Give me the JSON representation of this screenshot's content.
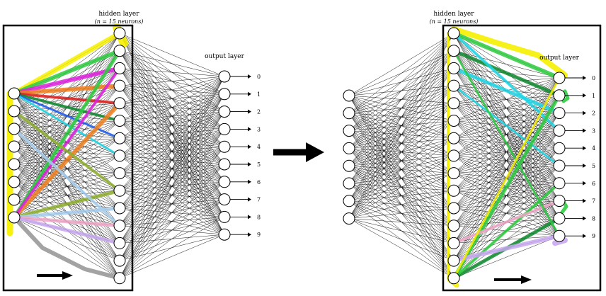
{
  "panels": [
    {
      "id": "left",
      "hidden_label": "hidden layer",
      "hidden_sublabel": "(n = 15 neurons)",
      "output_label": "output layer",
      "output_digits": [
        "0",
        "1",
        "2",
        "3",
        "4",
        "5",
        "6",
        "7",
        "8",
        "9"
      ]
    },
    {
      "id": "right",
      "hidden_label": "hidden layer",
      "hidden_sublabel": "(n = 15 neurons)",
      "output_label": "output layer",
      "output_digits": [
        "0",
        "1",
        "2",
        "3",
        "4",
        "5",
        "6",
        "7",
        "8",
        "9"
      ]
    }
  ],
  "structure": {
    "input_neurons": 8,
    "hidden_neurons": 15,
    "output_neurons": 10
  },
  "colors": {
    "yellow": "#f5f000",
    "green": "#2ecc40",
    "dark_green": "#0f8a2f",
    "magenta": "#e020e0",
    "orange": "#f08020",
    "red": "#e02020",
    "blue": "#2060f0",
    "cyan": "#20d8e8",
    "olive": "#90b030",
    "light_blue": "#a8d0f0",
    "pink": "#f0a8c8",
    "lavender": "#c8a8f0",
    "gray": "#999999"
  }
}
